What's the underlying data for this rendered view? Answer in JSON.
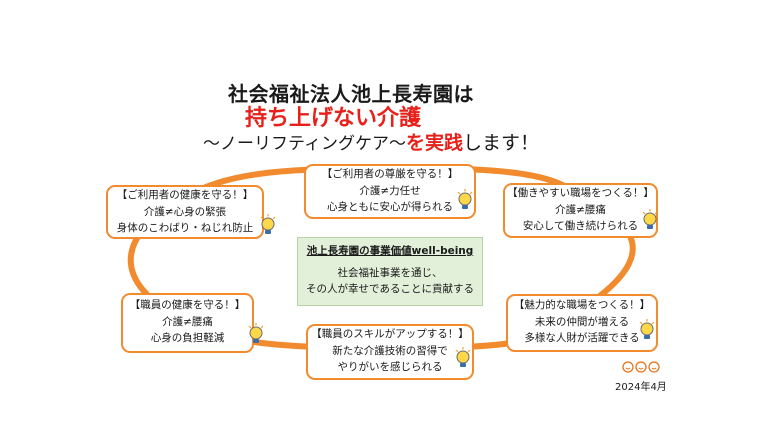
{
  "header": {
    "line1": "社会福祉法人池上長寿園は",
    "line2": "持ち上げない介護",
    "line3_prefix": "～ノーリフティングケア～",
    "line3_red": "を実践",
    "line3_suffix": "します！"
  },
  "center": {
    "title": "池上長寿園の事業価値well-being",
    "line1": "社会福祉事業を通じ、",
    "line2": "その人が幸せであることに貢献する"
  },
  "boxes": {
    "top": {
      "title": "【ご利用者の尊厳を守る！】",
      "line1": "介護≠力任せ",
      "line2": "心身ともに安心が得られる"
    },
    "top_left": {
      "title": "【ご利用者の健康を守る！】",
      "line1": "介護≠心身の緊張",
      "line2": "身体のこわばり・ねじれ防止"
    },
    "top_right": {
      "title": "【働きやすい職場をつくる！】",
      "line1": "介護≠腰痛",
      "line2": "安心して働き続けられる"
    },
    "bottom_left": {
      "title": "【職員の健康を守る！】",
      "line1": "介護≠腰痛",
      "line2": "心身の負担軽減"
    },
    "bottom": {
      "title": "【職員のスキルがアップする！】",
      "line1": "新たな介護技術の習得で",
      "line2": "やりがいを感じられる"
    },
    "bottom_right": {
      "title": "【魅力的な職場をつくる！】",
      "line1": "未来の仲間が増える",
      "line2": "多様な人財が活躍できる"
    }
  },
  "footer": {
    "date": "2024年4月"
  },
  "colors": {
    "accent_red": "#e8201a",
    "ring_orange": "#f28a2e",
    "center_green": "#e2efd9",
    "bulb_yellow": "#ffd84a"
  },
  "icons": [
    "lightbulb-icon",
    "people-icon"
  ]
}
